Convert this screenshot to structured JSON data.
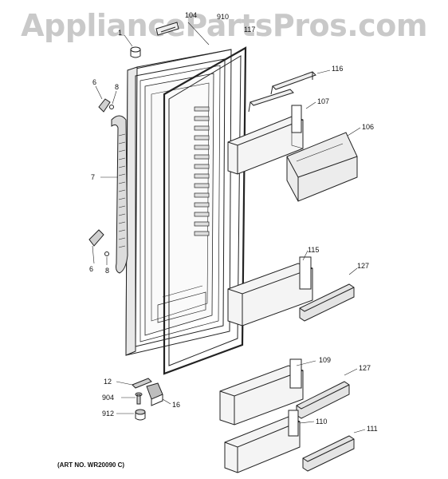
{
  "watermark": "AppliancePartsPros.com",
  "art_number": "(ART NO. WR20090 C)",
  "callouts": {
    "c1": "1",
    "c104": "104",
    "c910": "910",
    "c117": "117",
    "c6a": "6",
    "c8a": "8",
    "c7": "7",
    "c6b": "6",
    "c8b": "8",
    "c116": "116",
    "c107": "107",
    "c106": "106",
    "c115": "115",
    "c127a": "127",
    "c12": "12",
    "c904": "904",
    "c16": "16",
    "c912": "912",
    "c109": "109",
    "c127b": "127",
    "c110": "110",
    "c111": "111"
  },
  "colors": {
    "line": "#222222",
    "shade": "#cfcfcf",
    "watermark": "#c9c9c9"
  }
}
